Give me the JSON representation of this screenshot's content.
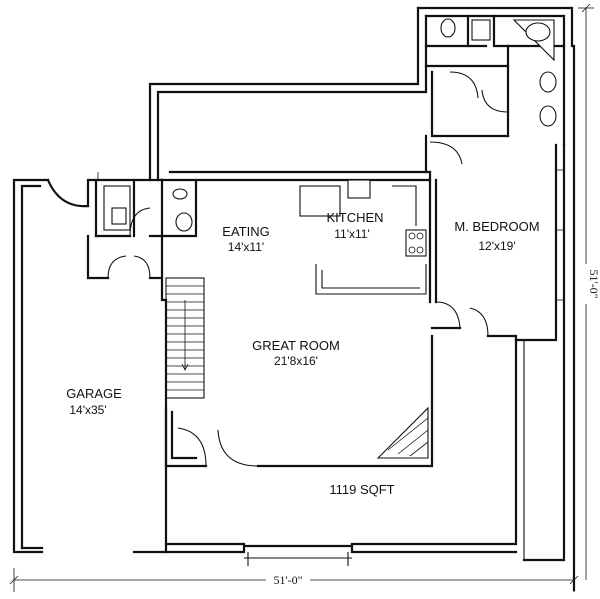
{
  "rooms": {
    "eating": {
      "name": "EATING",
      "size": "14'x11'"
    },
    "kitchen": {
      "name": "KITCHEN",
      "size": "11'x11'"
    },
    "m_bedroom": {
      "name": "M. BEDROOM",
      "size": "12'x19'"
    },
    "great_room": {
      "name": "GREAT ROOM",
      "size": "21'8x16'"
    },
    "garage": {
      "name": "GARAGE",
      "size": "14'x35'"
    }
  },
  "area_note": "1119 SQFT",
  "dimensions": {
    "width": "51'-0\"",
    "depth": "51'-0\""
  }
}
